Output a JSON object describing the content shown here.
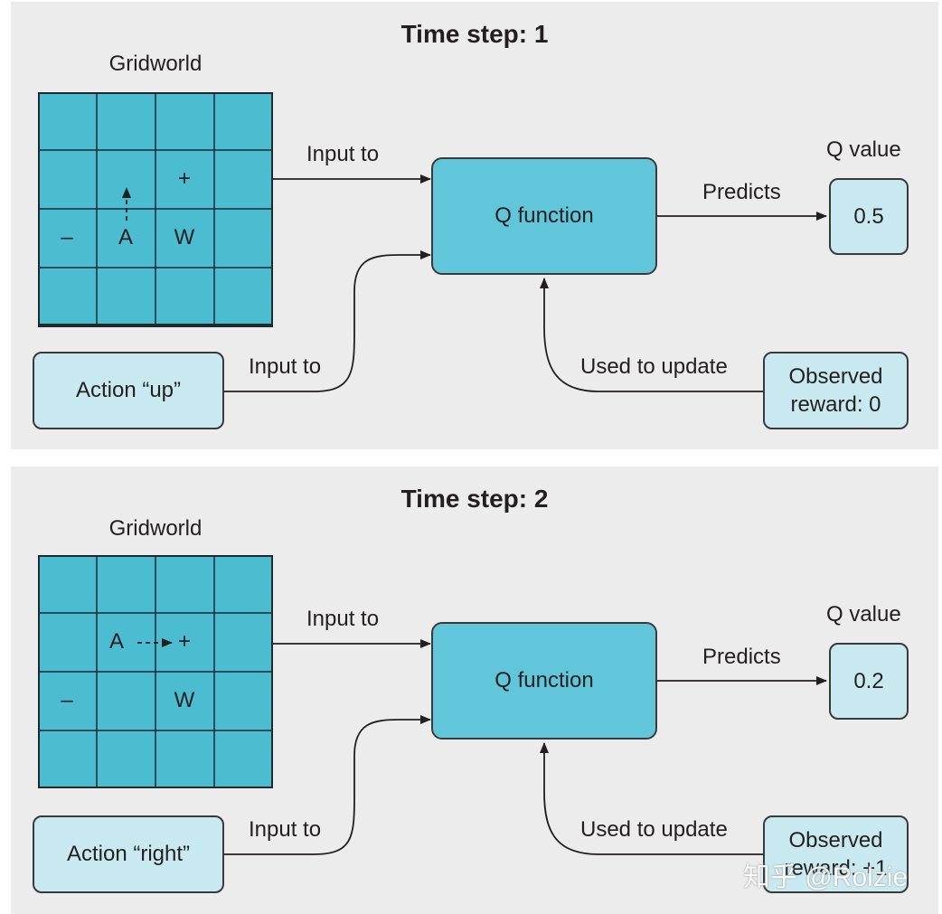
{
  "panels": [
    {
      "title": "Time step: 1",
      "gridworld_label": "Gridworld",
      "cells": {
        "minus": "–",
        "plus": "+",
        "agent": "A",
        "wall": "W"
      },
      "action_box": "Action “up”",
      "input_to_top": "Input to",
      "input_to_bottom": "Input to",
      "q_function": "Q function",
      "predicts": "Predicts",
      "q_value_label": "Q value",
      "q_value": "0.5",
      "used_to_update": "Used to update",
      "observed_line1": "Observed",
      "observed_line2": "reward: 0"
    },
    {
      "title": "Time step: 2",
      "gridworld_label": "Gridworld",
      "cells": {
        "minus": "–",
        "plus": "+",
        "agent": "A",
        "wall": "W"
      },
      "action_box": "Action “right”",
      "input_to_top": "Input to",
      "input_to_bottom": "Input to",
      "q_function": "Q function",
      "predicts": "Predicts",
      "q_value_label": "Q value",
      "q_value": "0.2",
      "used_to_update": "Used to update",
      "observed_line1": "Observed",
      "observed_line2": "reward: +1"
    }
  ],
  "watermark": "知乎 @Rolzie",
  "colors": {
    "panel_bg": "#ececec",
    "grid_fill": "#4cbdd0",
    "q_function_fill": "#62c6da",
    "light_box_fill": "#c9e9f0"
  }
}
